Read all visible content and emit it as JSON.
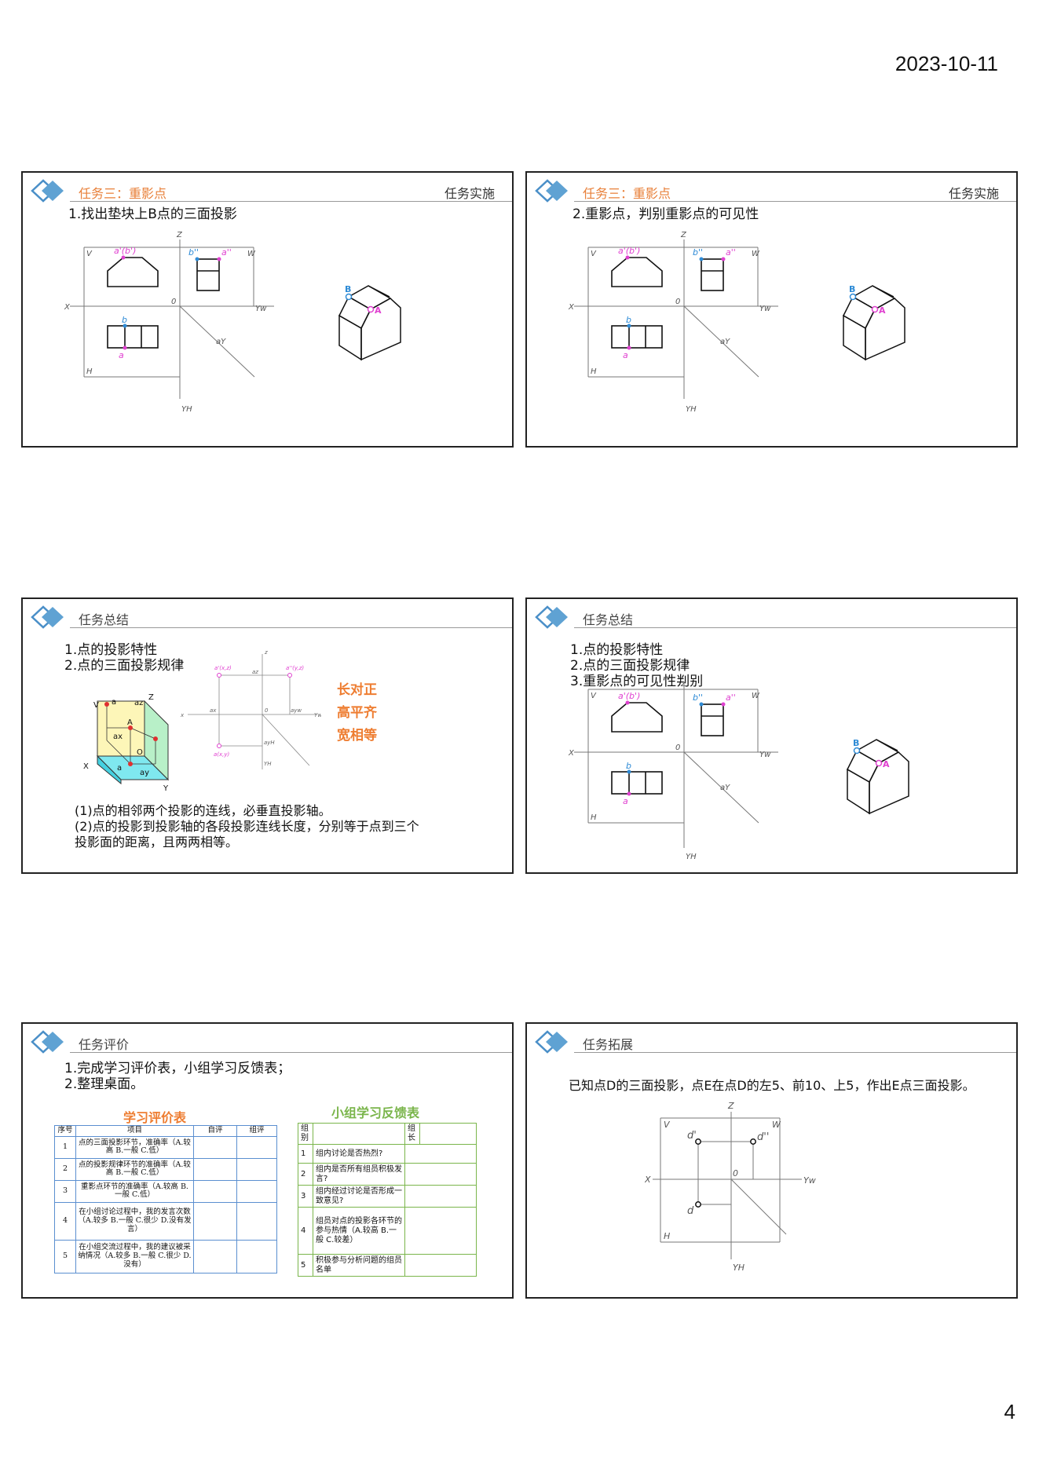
{
  "header": {
    "date": "2023-10-11"
  },
  "footer": {
    "page_number": "4"
  },
  "slides": [
    {
      "title": "任务三：重影点",
      "tag": "任务实施",
      "lines": [
        "1.找出垫块上B点的三面投影"
      ]
    },
    {
      "title": "任务三：重影点",
      "tag": "任务实施",
      "lines": [
        "2.重影点，判别重影点的可见性"
      ]
    },
    {
      "title": "任务总结",
      "lines": [
        "1.点的投影特性",
        "2.点的三面投影规律"
      ],
      "notes": [
        "(1)点的相邻两个投影的连线，必垂直投影轴。",
        "(2)点的投影到投影轴的各段投影连线长度，分别等于点到三个",
        "投影面的距离，且两两相等。"
      ],
      "rules": [
        "长对正",
        "高平齐",
        "宽相等"
      ]
    },
    {
      "title": "任务总结",
      "lines": [
        "1.点的投影特性",
        "2.点的三面投影规律",
        "3.重影点的可见性判别"
      ]
    },
    {
      "title": "任务评价",
      "lines": [
        "1.完成学习评价表，小组学习反馈表；",
        "2.整理桌面。"
      ],
      "eval_table": {
        "title": "学习评价表",
        "headers": [
          "序号",
          "项目",
          "自评",
          "组评"
        ],
        "rows": [
          [
            "1",
            "点的三面投影环节，准确率（A.较高 B.一般 C.低）"
          ],
          [
            "2",
            "点的投影规律环节的准确率（A.较高 B.一般 C.低）"
          ],
          [
            "3",
            "重影点环节的准确率（A.较高 B.一般 C.低）"
          ],
          [
            "4",
            "在小组讨论过程中，我的发言次数（A.较多 B.一般 C.很少 D.没有发言）"
          ],
          [
            "5",
            "在小组交流过程中，我的建议被采纳情况（A.较多 B.一般 C.很少 D.没有）"
          ]
        ]
      },
      "feedback_table": {
        "title": "小组学习反馈表",
        "header": [
          "组别",
          "组长"
        ],
        "rows": [
          [
            "1",
            "组内讨论是否热烈?"
          ],
          [
            "2",
            "组内是否所有组员积极发言?"
          ],
          [
            "3",
            "组内经过讨论是否形成一致意见?"
          ],
          [
            "4",
            "组员对点的投影各环节的参与热情（A.较高 B.一般 C.较差）"
          ],
          [
            "5",
            "积极参与分析问题的组员名单"
          ]
        ]
      }
    },
    {
      "title": "任务拓展",
      "lines": [
        "已知点D的三面投影，点E在点D的左5、前10、上5，作出E点三面投影。"
      ]
    }
  ],
  "diagram_labels": {
    "V": "V",
    "W": "W",
    "H": "H",
    "X": "X",
    "Z": "Z",
    "O": "0",
    "Yw": "Yw",
    "Yh": "YH",
    "a_front": "a'(b')",
    "b_side": "b''",
    "a_side": "a''",
    "b_top": "b",
    "a_top": "a",
    "a_y": "aY",
    "point_A": "A",
    "point_B": "B",
    "d_front": "d'",
    "d_side": "d''",
    "d_top": "d"
  },
  "colors": {
    "orange": "#e8803a",
    "blue": "#2e8bd6",
    "magenta": "#e040d0",
    "green": "#7ab54b",
    "table_blue": "#5b8fd0"
  }
}
